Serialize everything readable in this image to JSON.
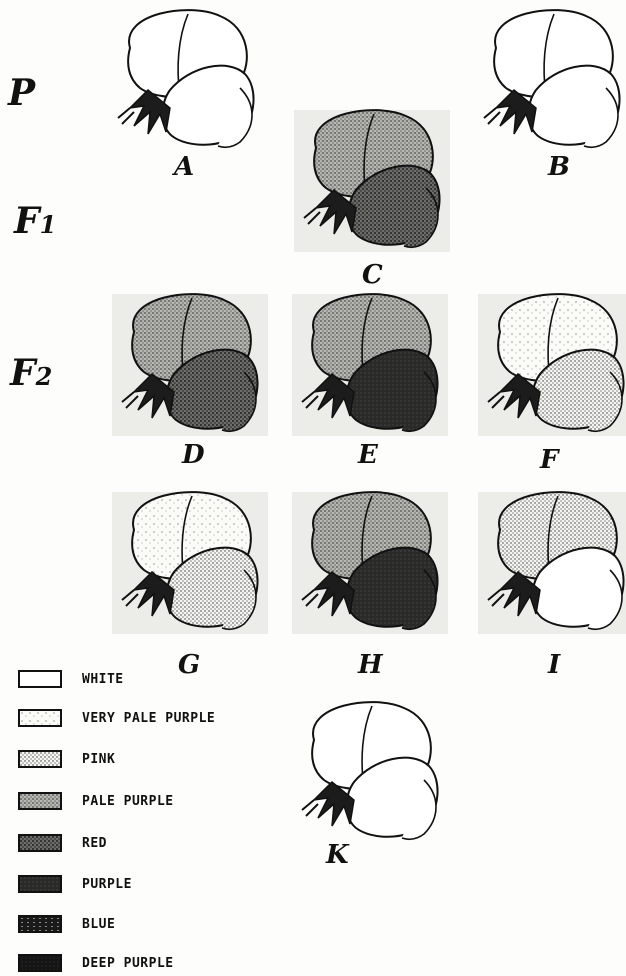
{
  "generations": [
    {
      "main": "P",
      "sub": ""
    },
    {
      "main": "F",
      "sub": "1"
    },
    {
      "main": "F",
      "sub": "2"
    }
  ],
  "flowers": [
    {
      "letter": "A",
      "standard": "white",
      "wings": "white"
    },
    {
      "letter": "B",
      "standard": "white",
      "wings": "white"
    },
    {
      "letter": "C",
      "standard": "pale-purple",
      "wings": "red"
    },
    {
      "letter": "D",
      "standard": "pale-purple",
      "wings": "red"
    },
    {
      "letter": "E",
      "standard": "pale-purple",
      "wings": "purple"
    },
    {
      "letter": "F",
      "standard": "very-pale-purple",
      "wings": "pink"
    },
    {
      "letter": "G",
      "standard": "very-pale-purple",
      "wings": "pink"
    },
    {
      "letter": "H",
      "standard": "pale-purple",
      "wings": "purple"
    },
    {
      "letter": "I",
      "standard": "pink",
      "wings": "white"
    },
    {
      "letter": "K",
      "standard": "white",
      "wings": "white"
    }
  ],
  "legend": [
    {
      "label": "WHITE",
      "pattern": "white"
    },
    {
      "label": "VERY PALE PURPLE",
      "pattern": "very-pale-purple"
    },
    {
      "label": "PINK",
      "pattern": "pink"
    },
    {
      "label": "PALE PURPLE",
      "pattern": "pale-purple"
    },
    {
      "label": "RED",
      "pattern": "red"
    },
    {
      "label": "PURPLE",
      "pattern": "purple"
    },
    {
      "label": "BLUE",
      "pattern": "blue"
    },
    {
      "label": "DEEP PURPLE",
      "pattern": "deep-purple"
    }
  ]
}
